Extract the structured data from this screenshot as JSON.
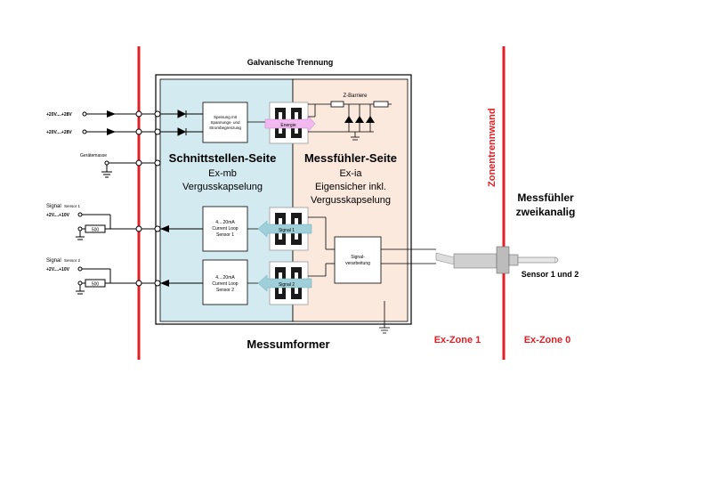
{
  "title": "Galvanische Trennung",
  "inputs": {
    "supply1": "+20V....+28V",
    "supply2": "+20V....+28V",
    "ground": "Gerätemasse",
    "signal1_label": "Signal",
    "signal1_sensor": "Sensor 1",
    "signal1_range": "+2V....+10V",
    "signal2_label": "Signal",
    "signal2_sensor": "Sensor 2",
    "signal2_range": "+2V....+10V",
    "resistor1": "500",
    "resistor2": "500"
  },
  "interface_side": {
    "title": "Schnittstellen-Seite",
    "line1": "Ex-mb",
    "line2": "Vergusskapselung"
  },
  "sensor_side": {
    "title": "Messfühler-Seite",
    "line1": "Ex-ia",
    "line2": "Eigensicher inkl.",
    "line3": "Vergusskapselung"
  },
  "blocks": {
    "supply_line1": "Speisung mit",
    "supply_line2": "Spannungs- und",
    "supply_line3": "Strombegrenzung",
    "loop1_line1": "4....20mA",
    "loop1_line2": "Current Loop",
    "loop1_line3": "Sensor 1",
    "loop2_line1": "4....20mA",
    "loop2_line2": "Current Loop",
    "loop2_line3": "Sensor 2",
    "proc_line1": "Signal-",
    "proc_line2": "verarbeitung",
    "zbarrier": "Z-Barriere",
    "energy": "Energie",
    "sig1": "Signal 1",
    "sig2": "Signal 2"
  },
  "labels": {
    "transmitter": "Messumformer",
    "zone_wall": "Zonentrennwand",
    "probe_line1": "Messfühler",
    "probe_line2": "zweikanalig",
    "probe_sensors": "Sensor 1 und 2",
    "zone1": "Ex-Zone 1",
    "zone0": "Ex-Zone 0"
  },
  "colors": {
    "red": "#e31e24",
    "interface_fill": "#d3eaf0",
    "sensor_fill": "#fbe9dd",
    "energy_arrow": "#f2b8f0",
    "signal_arrow": "#9fcfd8"
  }
}
